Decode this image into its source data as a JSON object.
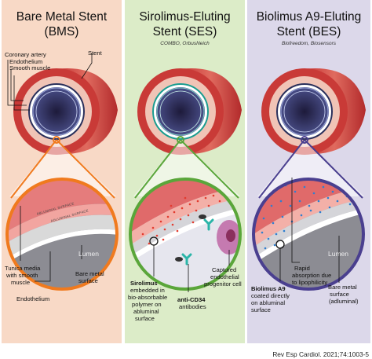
{
  "panels": [
    {
      "title_line1": "Bare Metal Stent",
      "title_line2": "(BMS)",
      "labels": {
        "coronary": "Coronary artery",
        "endothelium_top": "Endothelium",
        "smooth_top": "Smooth muscle",
        "stent": "Stent",
        "abluminal": "ABLUMINAL SURFACE",
        "adluminal": "ADLUMINAL SURFACE",
        "lumen": "Lumen",
        "tunica_1": "Tunica media",
        "tunica_2": "with smooth",
        "tunica_3": "muscle",
        "endothelium_bottom": "Endothelium",
        "bare_1": "Bare metal",
        "bare_2": "surface"
      }
    },
    {
      "title_line1": "Sirolimus-Eluting",
      "title_line2": "Stent (SES)",
      "subtitle": "COMBO, OrbusNeich",
      "labels": {
        "sirolimus_bold": "Sirolimus",
        "sirolimus_1": "embedded in",
        "sirolimus_2": "bio-absorbable",
        "sirolimus_3": "polymer on",
        "sirolimus_4": "abluminal",
        "sirolimus_5": "surface",
        "anticd34_bold": "anti-CD34",
        "anticd34_1": "antibodies",
        "captured_1": "Captured",
        "captured_2": "endothelial",
        "captured_3": "progenitor cell"
      }
    },
    {
      "title_line1": "Biolimus A9-Eluting",
      "title_line2": "Stent (BES)",
      "subtitle": "Biofreedom, Biosensors",
      "labels": {
        "lumen": "Lumen",
        "biolimus_bold": "Biolimus A9",
        "biolimus_1": "coated directly",
        "biolimus_2": "on abluminal",
        "biolimus_3": "surface",
        "rapid_1": "Rapid",
        "rapid_2": "absorption due",
        "rapid_3": "to lipophilicity",
        "bare_1": "Bare metal",
        "bare_2": "surface",
        "bare_3": "(adluminal)"
      }
    }
  ],
  "footer": "Rev Esp Cardiol. 2021;74:1003-5",
  "colors": {
    "bms_accent": "#f07a1e",
    "ses_accent": "#5aa63a",
    "bes_accent": "#4a3f8f",
    "vessel": "#c23a3a",
    "drug_red": "#e23b2f",
    "drug_blue": "#2f7fd0",
    "antibody": "#2bb5a8"
  }
}
